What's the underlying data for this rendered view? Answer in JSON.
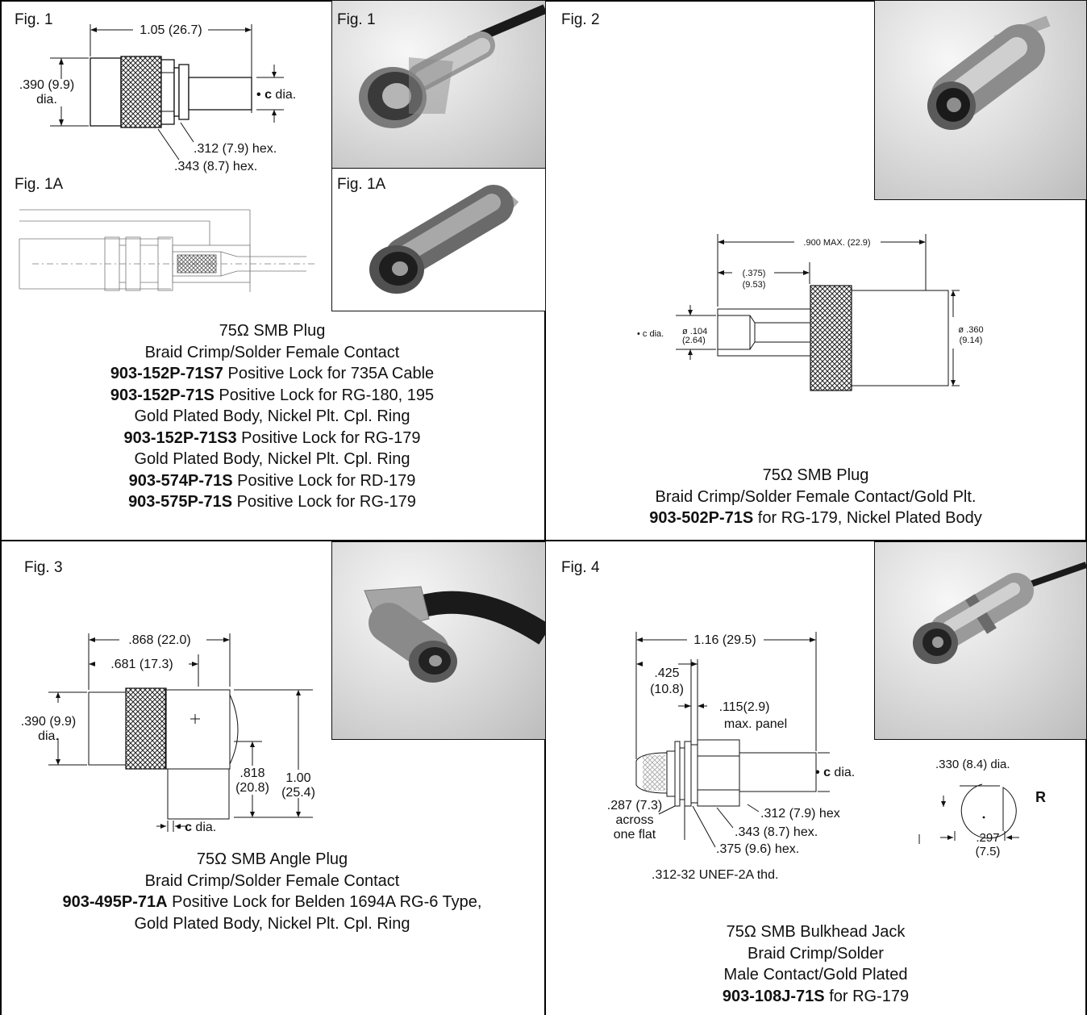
{
  "panel1": {
    "fig1_label": "Fig. 1",
    "fig1a_label": "Fig. 1A",
    "photo1_label": "Fig. 1",
    "photo1a_label": "Fig. 1A",
    "dims": {
      "length": "1.05 (26.7)",
      "dia": ".390 (9.9)",
      "dia_unit": "dia.",
      "c_bullet": "•",
      "c_letter": "c",
      "c_suffix": "dia.",
      "hex1": ".312 (7.9) hex.",
      "hex2": ".343 (8.7) hex."
    },
    "caption": [
      {
        "pn": "",
        "text": "75Ω SMB Plug"
      },
      {
        "pn": "",
        "text": "Braid Crimp/Solder Female Contact"
      },
      {
        "pn": "903-152P-71S7",
        "text": " Positive Lock for 735A Cable"
      },
      {
        "pn": "903-152P-71S",
        "text": " Positive Lock for RG-180, 195"
      },
      {
        "pn": "",
        "text": "Gold Plated Body, Nickel Plt. Cpl. Ring"
      },
      {
        "pn": "903-152P-71S3",
        "text": " Positive Lock for RG-179"
      },
      {
        "pn": "",
        "text": "Gold Plated Body, Nickel Plt. Cpl. Ring"
      },
      {
        "pn": "903-574P-71S",
        "text": " Positive Lock for RD-179"
      },
      {
        "pn": "903-575P-71S",
        "text": " Positive Lock for RG-179"
      }
    ]
  },
  "panel2": {
    "fig_label": "Fig. 2",
    "dims": {
      "length": ".900 MAX. (22.9)",
      "inner_in": "(.375)",
      "inner_mm": "(9.53)",
      "c_dia": "• c dia.",
      "pin_in": "ø .104",
      "pin_mm": "(2.64)",
      "od_in": "ø .360",
      "od_mm": "(9.14)"
    },
    "caption": [
      {
        "pn": "",
        "text": "75Ω SMB Plug"
      },
      {
        "pn": "",
        "text": "Braid Crimp/Solder Female Contact/Gold Plt."
      },
      {
        "pn": "903-502P-71S",
        "text": " for RG-179, Nickel Plated Body"
      }
    ]
  },
  "panel3": {
    "fig_label": "Fig. 3",
    "dims": {
      "overall": ".868 (22.0)",
      "partial": ".681 (17.3)",
      "dia": ".390 (9.9)",
      "dia_unit": "dia.",
      "height_in": "1.00",
      "height_mm": "(25.4)",
      "mid_in": ".818",
      "mid_mm": "(20.8)",
      "c_bullet": "•",
      "c_letter": "c",
      "c_suffix": "dia."
    },
    "caption": [
      {
        "pn": "",
        "text": "75Ω SMB Angle Plug"
      },
      {
        "pn": "",
        "text": "Braid Crimp/Solder Female Contact"
      },
      {
        "pn": "903-495P-71A",
        "text": "  Positive Lock for Belden 1694A RG-6 Type,"
      },
      {
        "pn": "",
        "text": "Gold Plated Body, Nickel Plt. Cpl. Ring"
      }
    ]
  },
  "panel4": {
    "fig_label": "Fig. 4",
    "dims": {
      "length": "1.16 (29.5)",
      "a_in": ".425",
      "a_mm": "(10.8)",
      "panel_in": ".115(2.9)",
      "panel_note": "max. panel",
      "c_bullet": "•",
      "c_letter": "c",
      "c_suffix": "dia.",
      "hex1": ".312 (7.9) hex",
      "hex2": ".343 (8.7) hex.",
      "hex3": ".375 (9.6) hex.",
      "flat1": ".287 (7.3)",
      "flat2": "across",
      "flat3": "one flat",
      "thread": ".312-32 UNEF-2A thd.",
      "r_dia": ".330 (8.4) dia.",
      "r_letter": "R",
      "r_in": ".297",
      "r_mm": "(7.5)"
    },
    "caption": [
      {
        "pn": "",
        "text": "75Ω SMB Bulkhead Jack"
      },
      {
        "pn": "",
        "text": "Braid Crimp/Solder"
      },
      {
        "pn": "",
        "text": "Male Contact/Gold Plated"
      },
      {
        "pn": "903-108J-71S",
        "text": " for RG-179"
      }
    ]
  }
}
